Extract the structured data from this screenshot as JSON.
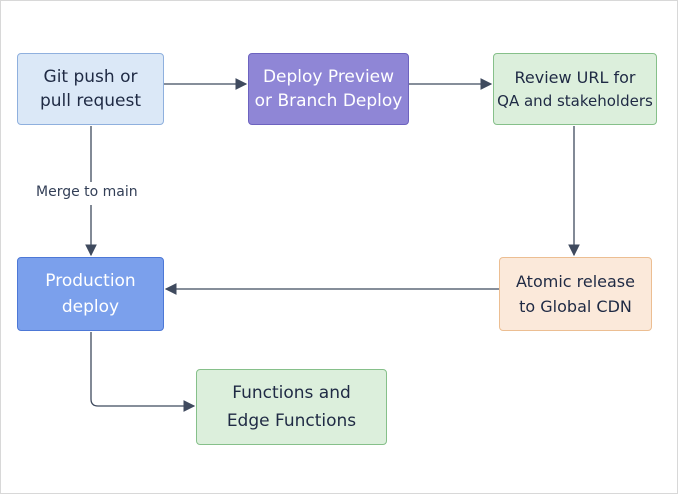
{
  "diagram": {
    "nodes": [
      {
        "id": "git-push",
        "lines": [
          "Git push or",
          "pull request"
        ]
      },
      {
        "id": "deploy-preview",
        "lines": [
          "Deploy Preview",
          "or Branch Deploy"
        ]
      },
      {
        "id": "review-url",
        "lines": [
          "Review URL for",
          "QA and stakeholders"
        ]
      },
      {
        "id": "production-deploy",
        "lines": [
          "Production",
          "deploy"
        ]
      },
      {
        "id": "atomic-release",
        "lines": [
          "Atomic release",
          "to Global CDN"
        ]
      },
      {
        "id": "functions",
        "lines": [
          "Functions and",
          "Edge Functions"
        ]
      }
    ],
    "edges": [
      {
        "from": "git-push",
        "to": "deploy-preview"
      },
      {
        "from": "deploy-preview",
        "to": "review-url"
      },
      {
        "from": "git-push",
        "to": "production-deploy",
        "label": "Merge to main"
      },
      {
        "from": "review-url",
        "to": "atomic-release"
      },
      {
        "from": "atomic-release",
        "to": "production-deploy"
      },
      {
        "from": "production-deploy",
        "to": "functions"
      }
    ],
    "colors": {
      "git-push": {
        "fill": "#dbe8f7",
        "stroke": "#8fb0de",
        "text": "#1f2a44"
      },
      "deploy-preview": {
        "fill": "#8f86d6",
        "stroke": "#6d63bf",
        "text": "#ffffff"
      },
      "review-url": {
        "fill": "#dcefdc",
        "stroke": "#86c08a",
        "text": "#1f2a44"
      },
      "production-deploy": {
        "fill": "#7ba0ec",
        "stroke": "#4d78d6",
        "text": "#ffffff"
      },
      "atomic-release": {
        "fill": "#fbe9da",
        "stroke": "#ecbe92",
        "text": "#1f2a44"
      },
      "functions": {
        "fill": "#dcefdc",
        "stroke": "#86c08a",
        "text": "#1f2a44"
      },
      "edge": "#3f4a5e"
    }
  }
}
